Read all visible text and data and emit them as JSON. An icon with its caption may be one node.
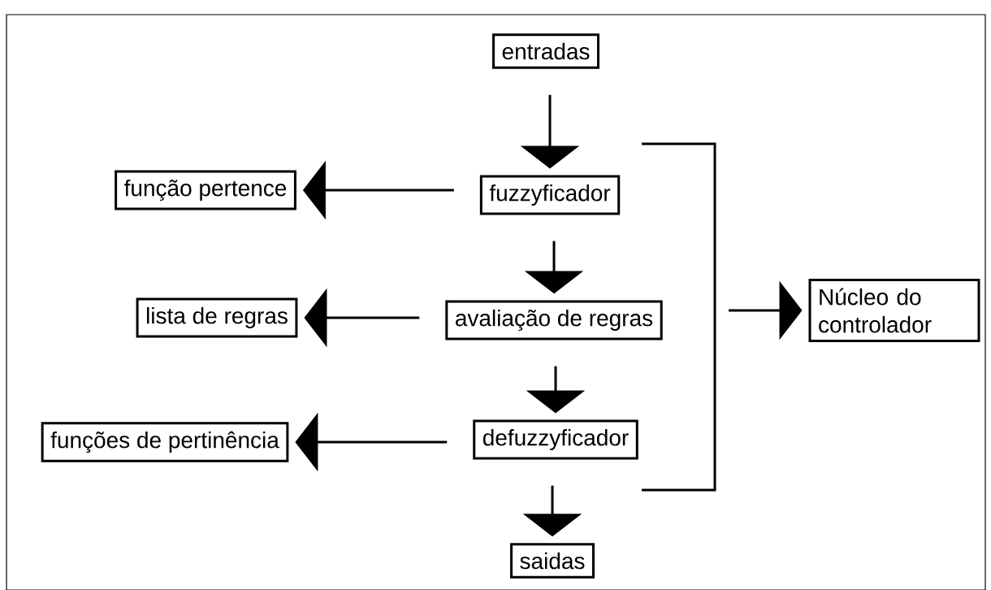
{
  "diagram": {
    "nodes": [
      {
        "text": [
          "entradas"
        ]
      },
      {
        "text": [
          "fuzzyficador"
        ]
      },
      {
        "text": [
          "função pertence"
        ]
      },
      {
        "text": [
          "avaliação de regras"
        ]
      },
      {
        "text": [
          "lista de regras"
        ]
      },
      {
        "text": [
          "defuzzyficador"
        ]
      },
      {
        "text": [
          "funções de pertinência"
        ]
      },
      {
        "text": [
          "saidas"
        ]
      },
      {
        "text": [
          "Núcleo do controlador"
        ]
      }
    ],
    "edges": [
      {
        "from": 0,
        "to": 1,
        "arrow": "to"
      },
      {
        "from": 1,
        "to": 2,
        "arrow": "to"
      },
      {
        "from": 1,
        "to": 3,
        "arrow": "to"
      },
      {
        "from": 3,
        "to": 4,
        "arrow": "to"
      },
      {
        "from": 3,
        "to": 5,
        "arrow": "to"
      },
      {
        "from": 5,
        "to": 6,
        "arrow": "to"
      },
      {
        "from": 5,
        "to": 7,
        "arrow": "to"
      },
      {
        "from": null,
        "to": 8,
        "arrow": "to"
      }
    ]
  }
}
